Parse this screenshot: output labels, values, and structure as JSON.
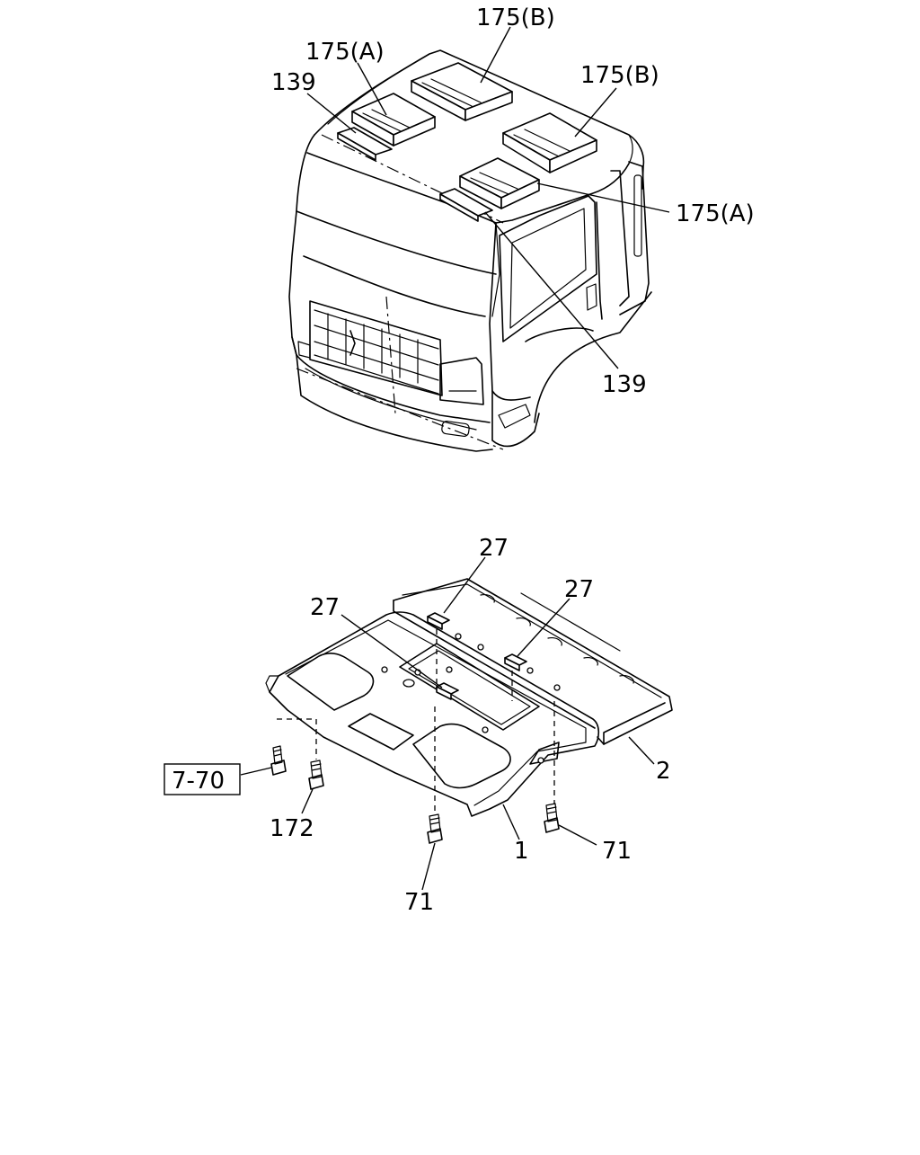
{
  "diagram": {
    "callouts": {
      "top_175b_center": "175(B)",
      "top_175a_left": "175(A)",
      "top_139_left": "139",
      "top_175b_right": "175(B)",
      "top_175a_right": "175(A)",
      "top_139_right": "139",
      "bottom_27_top": "27",
      "bottom_27_left": "27",
      "bottom_27_right": "27",
      "bottom_7_70_ref": "7-70",
      "bottom_172": "172",
      "bottom_71_center": "71",
      "bottom_71_right": "71",
      "bottom_1": "1",
      "bottom_2": "2"
    }
  }
}
